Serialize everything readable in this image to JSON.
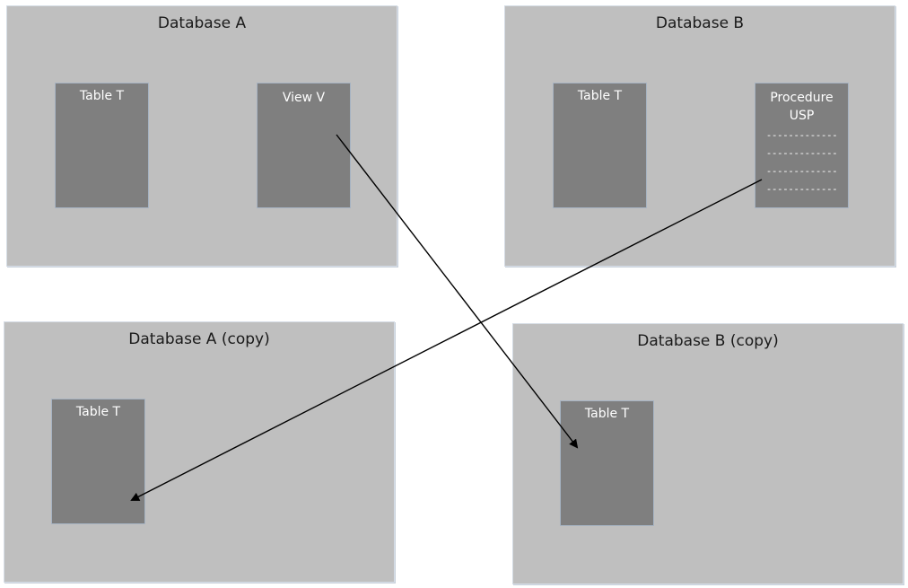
{
  "databases": [
    {
      "title": "Database A",
      "objects": [
        {
          "label": "Table T"
        },
        {
          "label": "View V"
        }
      ]
    },
    {
      "title": "Database B",
      "objects": [
        {
          "label": "Table T"
        },
        {
          "label": "Procedure USP",
          "code_lines": [
            "-------------",
            "-------------",
            "-------------",
            "-------------"
          ]
        }
      ]
    },
    {
      "title": "Database A (copy)",
      "objects": [
        {
          "label": "Table T"
        }
      ]
    },
    {
      "title": "Database B (copy)",
      "objects": [
        {
          "label": "Table T"
        }
      ]
    }
  ],
  "colors": {
    "database_fill": "#bfbfbf",
    "object_fill": "#7f7f7f",
    "object_text": "#ffffff",
    "arrow": "#000000"
  }
}
